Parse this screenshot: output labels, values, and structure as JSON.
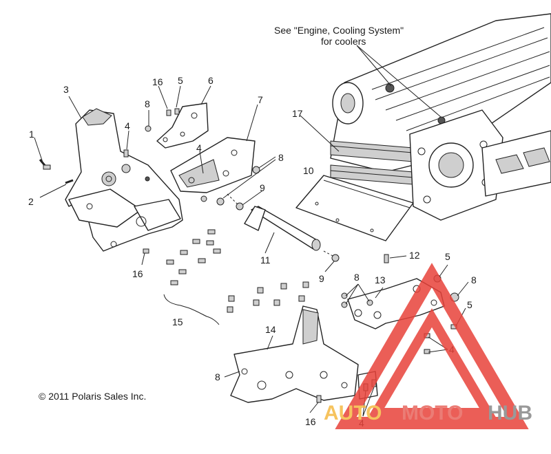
{
  "note": {
    "line1": "See \"Engine, Cooling System\"",
    "line2": "for coolers"
  },
  "copyright": "© 2011 Polaris Sales Inc.",
  "watermark": {
    "word_a": "AUTO",
    "word_b": "MOTO",
    "word_c": "HUB",
    "color_a": "#f5b942",
    "color_b": "#e8665e",
    "color_c": "#888888",
    "triangle_color": "#e8423a"
  },
  "callouts": [
    {
      "id": "c1",
      "text": "1"
    },
    {
      "id": "c2",
      "text": "2"
    },
    {
      "id": "c3",
      "text": "3"
    },
    {
      "id": "c4a",
      "text": "4"
    },
    {
      "id": "c4b",
      "text": "4"
    },
    {
      "id": "c4c",
      "text": "4"
    },
    {
      "id": "c4d",
      "text": "4"
    },
    {
      "id": "c5a",
      "text": "5"
    },
    {
      "id": "c5b",
      "text": "5"
    },
    {
      "id": "c5c",
      "text": "5"
    },
    {
      "id": "c6",
      "text": "6"
    },
    {
      "id": "c7",
      "text": "7"
    },
    {
      "id": "c8a",
      "text": "8"
    },
    {
      "id": "c8b",
      "text": "8"
    },
    {
      "id": "c8c",
      "text": "8"
    },
    {
      "id": "c8d",
      "text": "8"
    },
    {
      "id": "c8e",
      "text": "8"
    },
    {
      "id": "c9a",
      "text": "9"
    },
    {
      "id": "c9b",
      "text": "9"
    },
    {
      "id": "c10",
      "text": "10"
    },
    {
      "id": "c11",
      "text": "11"
    },
    {
      "id": "c12",
      "text": "12"
    },
    {
      "id": "c13",
      "text": "13"
    },
    {
      "id": "c14",
      "text": "14"
    },
    {
      "id": "c15",
      "text": "15"
    },
    {
      "id": "c16a",
      "text": "16"
    },
    {
      "id": "c16b",
      "text": "16"
    },
    {
      "id": "c16c",
      "text": "16"
    },
    {
      "id": "c17",
      "text": "17"
    }
  ]
}
